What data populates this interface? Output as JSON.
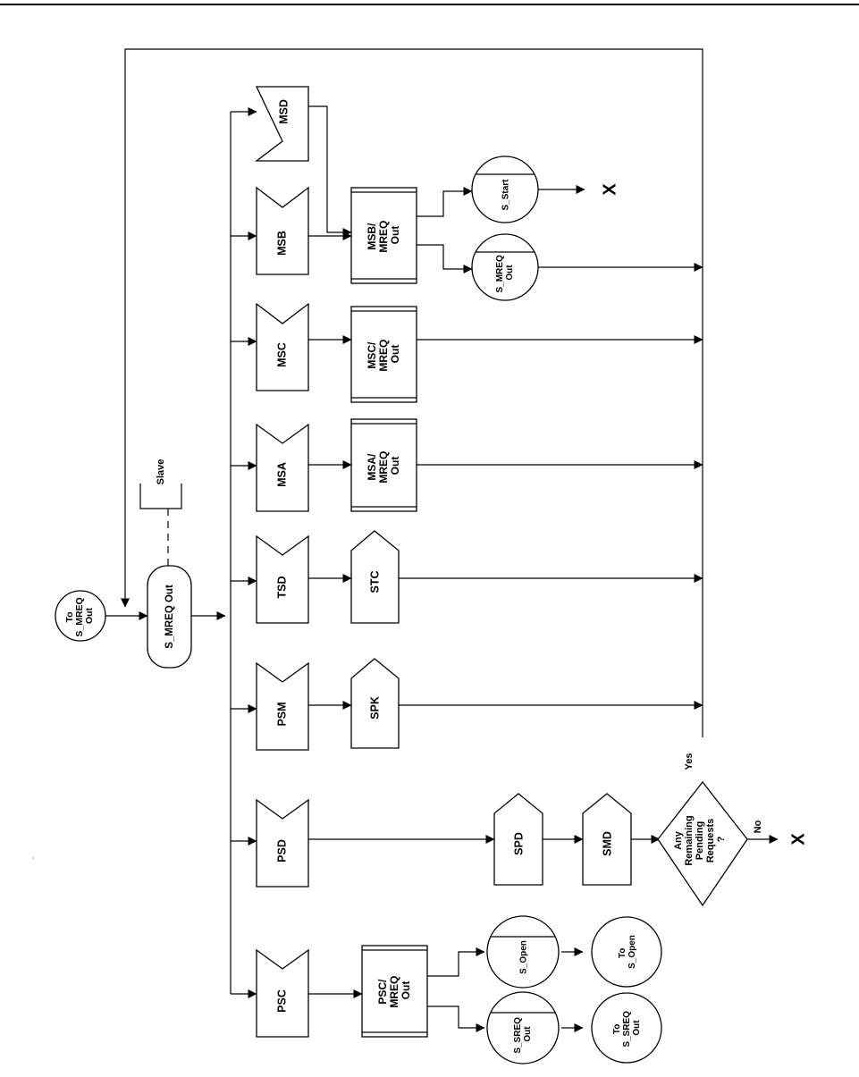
{
  "diagram": {
    "start_connector": {
      "lines": [
        "To",
        "S_MREQ",
        "Out"
      ]
    },
    "state": {
      "label": "S_MREQ Out"
    },
    "comment": {
      "label": "Slave"
    },
    "inputs": {
      "msd": "MSD",
      "msb": "MSB",
      "msc": "MSC",
      "msa": "MSA",
      "tsd": "TSD",
      "psm": "PSM",
      "psd": "PSD",
      "psc": "PSC"
    },
    "tasks": {
      "msb_mreq": [
        "MSB/",
        "MREQ",
        "Out"
      ],
      "msc_mreq": [
        "MSC/",
        "MREQ",
        "Out"
      ],
      "msa_mreq": [
        "MSA/",
        "MREQ",
        "Out"
      ],
      "psc_mreq": [
        "PSC/",
        "MREQ",
        "Out"
      ]
    },
    "outputs": {
      "stc": "STC",
      "spk": "SPK",
      "spd": "SPD",
      "smd": "SMD"
    },
    "states_next": {
      "s_start": "S_Start",
      "s_mreq_out": [
        "S_MREQ",
        "Out"
      ],
      "s_open": "S_Open",
      "s_sreq_out": [
        "S_SREQ",
        "Out"
      ]
    },
    "connectors_to": {
      "to_s_open": [
        "To",
        "S_Open"
      ],
      "to_s_sreq_out": [
        "To",
        "S_SREQ",
        "Out"
      ]
    },
    "decision": {
      "lines": [
        "Any",
        "Remaining",
        "Pending",
        "Requests",
        "?"
      ],
      "yes": "Yes",
      "no": "No"
    },
    "terminators": {
      "x_top": "X",
      "x_bottom": "X"
    }
  }
}
